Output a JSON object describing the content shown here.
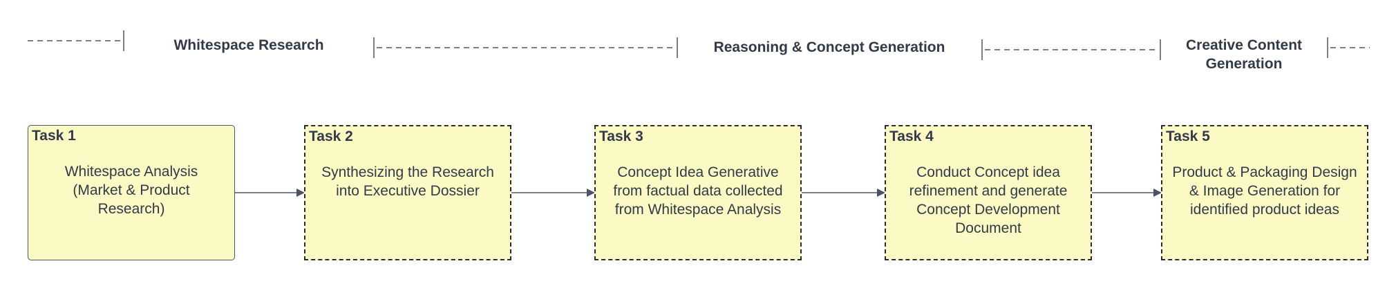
{
  "phases": [
    {
      "label": "Whitespace Research"
    },
    {
      "label": "Reasoning & Concept Generation"
    },
    {
      "label": "Creative Content\nGeneration"
    }
  ],
  "tasks": [
    {
      "title": "Task 1",
      "text": "Whitespace Analysis\n(Market  & Product\nResearch)"
    },
    {
      "title": "Task 2",
      "text": "Synthesizing the Research\ninto Executive Dossier"
    },
    {
      "title": "Task 3",
      "text": "Concept Idea Generative\nfrom factual data collected\nfrom Whitespace Analysis"
    },
    {
      "title": "Task 4",
      "text": "Conduct Concept idea\nrefinement and generate\nConcept Development\nDocument"
    },
    {
      "title": "Task 5",
      "text": "Product & Packaging Design\n& Image Generation for\nidentified product ideas"
    }
  ],
  "colors": {
    "box_fill": "#fbf9c4",
    "text": "#333a47",
    "line": "#4b5563"
  }
}
